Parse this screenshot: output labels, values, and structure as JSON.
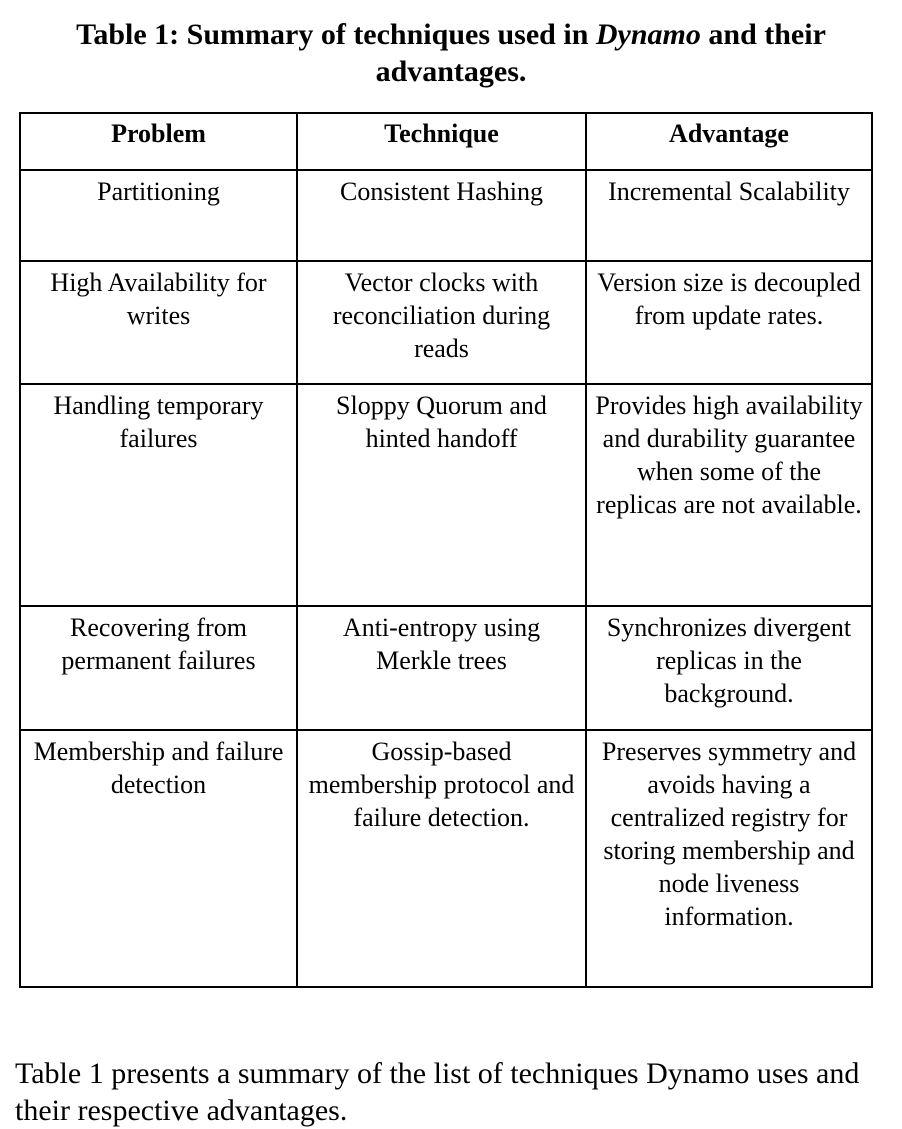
{
  "caption": {
    "prefix": "Table 1: Summary of techniques used in ",
    "italic": "Dynamo",
    "suffix": " and their advantages."
  },
  "table": {
    "headers": [
      "Problem",
      "Technique",
      "Advantage"
    ],
    "rows": [
      [
        "Partitioning",
        "Consistent Hashing",
        "Incremental Scalability"
      ],
      [
        "High Availability for writes",
        "Vector clocks with reconciliation during reads",
        "Version size is decoupled from update rates."
      ],
      [
        "Handling temporary failures",
        "Sloppy Quorum and hinted handoff",
        "Provides high availability and durability guarantee when some of the replicas are not available."
      ],
      [
        "Recovering from permanent failures",
        "Anti-entropy using Merkle trees",
        "Synchronizes divergent replicas in the background."
      ],
      [
        "Membership and failure detection",
        "Gossip-based membership protocol and failure detection.",
        "Preserves symmetry and avoids having a centralized registry for storing membership and node liveness information."
      ]
    ]
  },
  "body_text": "Table 1 presents a summary of the list of techniques Dynamo uses and their respective advantages."
}
